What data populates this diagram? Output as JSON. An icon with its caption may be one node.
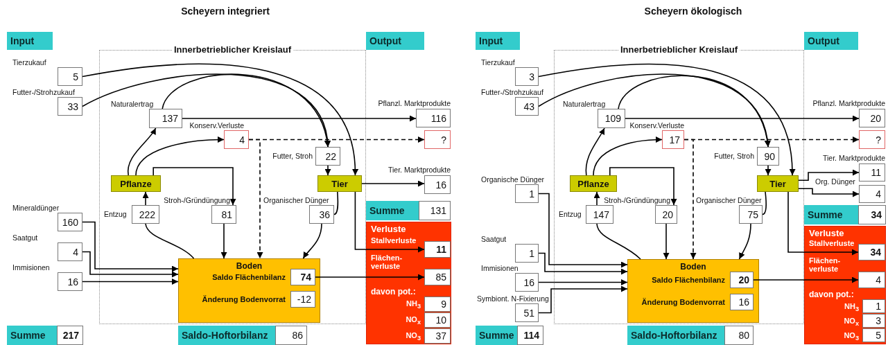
{
  "diagram": {
    "nodes": [
      {
        "text": [
          "Input"
        ]
      },
      {
        "text": [
          "Innerbetrieblicher Kreislauf"
        ]
      },
      {
        "text": [
          "Output"
        ]
      },
      {
        "text": [
          "5"
        ],
        "beside": [
          "Tierzukauf"
        ]
      },
      {
        "text": [
          "33"
        ],
        "beside": [
          "Futter-/Strohzukauf"
        ]
      },
      {
        "text": [
          "137"
        ],
        "in": 1,
        "beside": [
          "Naturalertrag"
        ]
      },
      {
        "text": [
          "4"
        ],
        "in": 1,
        "beside": [
          "Konserv.Verluste"
        ]
      },
      {
        "text": [
          "116"
        ],
        "beside": [
          "Pflanzl. Marktprodukte"
        ]
      },
      {
        "text": [
          "?"
        ]
      },
      {
        "text": [
          "22"
        ],
        "in": 1,
        "beside": [
          "Futter, Stroh"
        ]
      },
      {
        "text": [
          "Pflanze"
        ],
        "in": 1
      },
      {
        "text": [
          "Tier"
        ],
        "in": 1
      },
      {
        "text": [
          "16"
        ],
        "beside": [
          "Tier. Marktprodukte"
        ]
      },
      {
        "text": [
          "222"
        ],
        "in": 1,
        "beside": [
          "Entzug"
        ]
      },
      {
        "text": [
          "81"
        ],
        "in": 1,
        "beside": [
          "Stroh-/Gründüngung"
        ]
      },
      {
        "text": [
          "36"
        ],
        "in": 1,
        "beside": [
          "Organischer Dünger"
        ]
      },
      {
        "text": [
          "Summe"
        ]
      },
      {
        "text": [
          "131"
        ]
      },
      {
        "text": [
          "Verluste",
          "davon pot.:"
        ]
      },
      {
        "text": [
          "11"
        ],
        "in": 18,
        "beside": [
          "Stallverluste"
        ]
      },
      {
        "text": [
          "160"
        ],
        "beside": [
          "Mineraldünger"
        ]
      },
      {
        "text": [
          "4"
        ],
        "beside": [
          "Saatgut"
        ]
      },
      {
        "text": [
          "16"
        ],
        "beside": [
          "Immisionen"
        ]
      },
      {
        "text": [
          "Boden"
        ],
        "in": 1
      },
      {
        "text": [
          "74"
        ],
        "in": 23,
        "beside": [
          "Saldo Flächenbilanz"
        ]
      },
      {
        "text": [
          "-12"
        ],
        "in": 23,
        "beside": [
          "Änderung Bodenvorrat"
        ]
      },
      {
        "text": [
          "85"
        ],
        "in": 18,
        "beside": [
          "Flächen- verluste"
        ]
      },
      {
        "text": [
          "9"
        ],
        "in": 18,
        "beside": [
          "NH$_{3}$"
        ]
      },
      {
        "text": [
          "10"
        ],
        "in": 18,
        "beside": [
          "NO$_{x}$"
        ]
      },
      {
        "text": [
          "37"
        ],
        "in": 18,
        "beside": [
          "NO$_{3}$"
        ]
      },
      {
        "text": [
          "Summe"
        ]
      },
      {
        "text": [
          "217"
        ]
      },
      {
        "text": [
          "Saldo-Hoftorbilanz"
        ]
      },
      {
        "text": [
          "86"
        ]
      },
      {
        "text": [
          "Input"
        ]
      },
      {
        "text": [
          "Innerbetrieblicher Kreislauf"
        ]
      },
      {
        "text": [
          "Output"
        ]
      },
      {
        "text": [
          "3"
        ],
        "beside": [
          "Tierzukauf"
        ]
      },
      {
        "text": [
          "43"
        ],
        "beside": [
          "Futter-/Strohzukauf"
        ]
      },
      {
        "text": [
          "109"
        ],
        "in": 35,
        "beside": [
          "Naturalertrag"
        ]
      },
      {
        "text": [
          "17"
        ],
        "in": 35,
        "beside": [
          "Konserv.Verluste"
        ]
      },
      {
        "text": [
          "20"
        ],
        "beside": [
          "Pflanzl. Marktprodukte"
        ]
      },
      {
        "text": [
          "?"
        ]
      },
      {
        "text": [
          "90"
        ],
        "in": 35,
        "beside": [
          "Futter, Stroh"
        ]
      },
      {
        "text": [
          "11"
        ],
        "beside": [
          "Tier. Marktprodukte"
        ]
      },
      {
        "text": [
          "1"
        ],
        "beside": [
          "Organische Dünger"
        ]
      },
      {
        "text": [
          "Pflanze"
        ],
        "in": 35
      },
      {
        "text": [
          "Tier"
        ],
        "in": 35
      },
      {
        "text": [
          "4"
        ],
        "beside": [
          "Org. Dünger"
        ]
      },
      {
        "text": [
          "147"
        ],
        "in": 35,
        "beside": [
          "Entzug"
        ]
      },
      {
        "text": [
          "20"
        ],
        "in": 35,
        "beside": [
          "Stroh-/Gründüngung"
        ]
      },
      {
        "text": [
          "75"
        ],
        "in": 35,
        "beside": [
          "Organischer Dünger"
        ]
      },
      {
        "text": [
          "Summe"
        ]
      },
      {
        "text": [
          "34"
        ]
      },
      {
        "text": [
          "Verluste",
          "davon pot.:"
        ]
      },
      {
        "text": [
          "34"
        ],
        "in": 54,
        "beside": [
          "Stallverluste"
        ]
      },
      {
        "text": [
          "1"
        ],
        "beside": [
          "Saatgut"
        ]
      },
      {
        "text": [
          "16"
        ],
        "beside": [
          "Immisionen"
        ]
      },
      {
        "text": [
          "Boden"
        ],
        "in": 35
      },
      {
        "text": [
          "20"
        ],
        "in": 58,
        "beside": [
          "Saldo Flächenbilanz"
        ]
      },
      {
        "text": [
          "16"
        ],
        "in": 58,
        "beside": [
          "Änderung Bodenvorrat"
        ]
      },
      {
        "text": [
          "4"
        ],
        "in": 54,
        "beside": [
          "Flächen- verluste"
        ]
      },
      {
        "text": [
          "51"
        ],
        "beside": [
          "Symbiont. N-Fixierung"
        ]
      },
      {
        "text": [
          "1"
        ],
        "in": 54,
        "beside": [
          "NH$_{3}$"
        ]
      },
      {
        "text": [
          "3"
        ],
        "in": 54,
        "beside": [
          "NO$_{x}$"
        ]
      },
      {
        "text": [
          "5"
        ],
        "in": 54,
        "beside": [
          "NO$_{3}$"
        ]
      },
      {
        "text": [
          "Summe"
        ]
      },
      {
        "text": [
          "114"
        ]
      },
      {
        "text": [
          "Saldo-Hoftorbilanz"
        ]
      },
      {
        "text": [
          "80"
        ]
      }
    ],
    "edges": [
      {
        "from": 3,
        "to": 11,
        "arrow": "to"
      },
      {
        "from": 4,
        "to": 9,
        "arrow": "to"
      },
      {
        "from": 5,
        "to": 9,
        "arrow": "to"
      },
      {
        "from": 9,
        "to": 11,
        "arrow": "to"
      },
      {
        "from": 5,
        "to": 7,
        "arrow": "to"
      },
      {
        "from": 10,
        "to": 5,
        "arrow": "to"
      },
      {
        "from": 10,
        "to": 6,
        "arrow": "to"
      },
      {
        "from": 10,
        "to": 14,
        "arrow": "to"
      },
      {
        "from": 14,
        "to": 23,
        "arrow": "to"
      },
      {
        "from": 6,
        "to": 8,
        "arrow": "to",
        "style": "dashed"
      },
      {
        "from": 6,
        "to": 23,
        "arrow": "to",
        "style": "dashed"
      },
      {
        "from": 23,
        "to": 13,
        "arrow": "none"
      },
      {
        "from": 13,
        "to": 10,
        "arrow": "to"
      },
      {
        "from": 11,
        "to": 15,
        "arrow": "none"
      },
      {
        "from": 15,
        "to": 23,
        "arrow": "to"
      },
      {
        "from": 11,
        "to": 12,
        "arrow": "to"
      },
      {
        "from": 11,
        "to": 19,
        "arrow": "to"
      },
      {
        "from": 24,
        "to": 26,
        "arrow": "to"
      },
      {
        "from": 20,
        "to": 23,
        "arrow": "to"
      },
      {
        "from": 21,
        "to": 23,
        "arrow": "to"
      },
      {
        "from": 22,
        "to": 23,
        "arrow": "to"
      },
      {
        "from": 37,
        "to": 47,
        "arrow": "to"
      },
      {
        "from": 38,
        "to": 43,
        "arrow": "to"
      },
      {
        "from": 39,
        "to": 43,
        "arrow": "to"
      },
      {
        "from": 43,
        "to": 47,
        "arrow": "to"
      },
      {
        "from": 39,
        "to": 41,
        "arrow": "to"
      },
      {
        "from": 46,
        "to": 39,
        "arrow": "to"
      },
      {
        "from": 46,
        "to": 40,
        "arrow": "to"
      },
      {
        "from": 46,
        "to": 50,
        "arrow": "to"
      },
      {
        "from": 50,
        "to": 58,
        "arrow": "to"
      },
      {
        "from": 40,
        "to": 42,
        "arrow": "to",
        "style": "dashed"
      },
      {
        "from": 40,
        "to": 58,
        "arrow": "to",
        "style": "dashed"
      },
      {
        "from": 58,
        "to": 49,
        "arrow": "none"
      },
      {
        "from": 49,
        "to": 46,
        "arrow": "to"
      },
      {
        "from": 47,
        "to": 51,
        "arrow": "none"
      },
      {
        "from": 51,
        "to": 58,
        "arrow": "to"
      },
      {
        "from": 47,
        "to": 44,
        "arrow": "to"
      },
      {
        "from": 47,
        "to": 48,
        "arrow": "to"
      },
      {
        "from": 47,
        "to": 55,
        "arrow": "to"
      },
      {
        "from": 59,
        "to": 61,
        "arrow": "to"
      },
      {
        "from": 45,
        "to": 58,
        "arrow": "to"
      },
      {
        "from": 56,
        "to": 58,
        "arrow": "to"
      },
      {
        "from": 57,
        "to": 58,
        "arrow": "to"
      },
      {
        "from": 62,
        "to": 58,
        "arrow": "to"
      }
    ],
    "labels": [
      "Scheyern integriert",
      "Scheyern ökologisch"
    ]
  }
}
